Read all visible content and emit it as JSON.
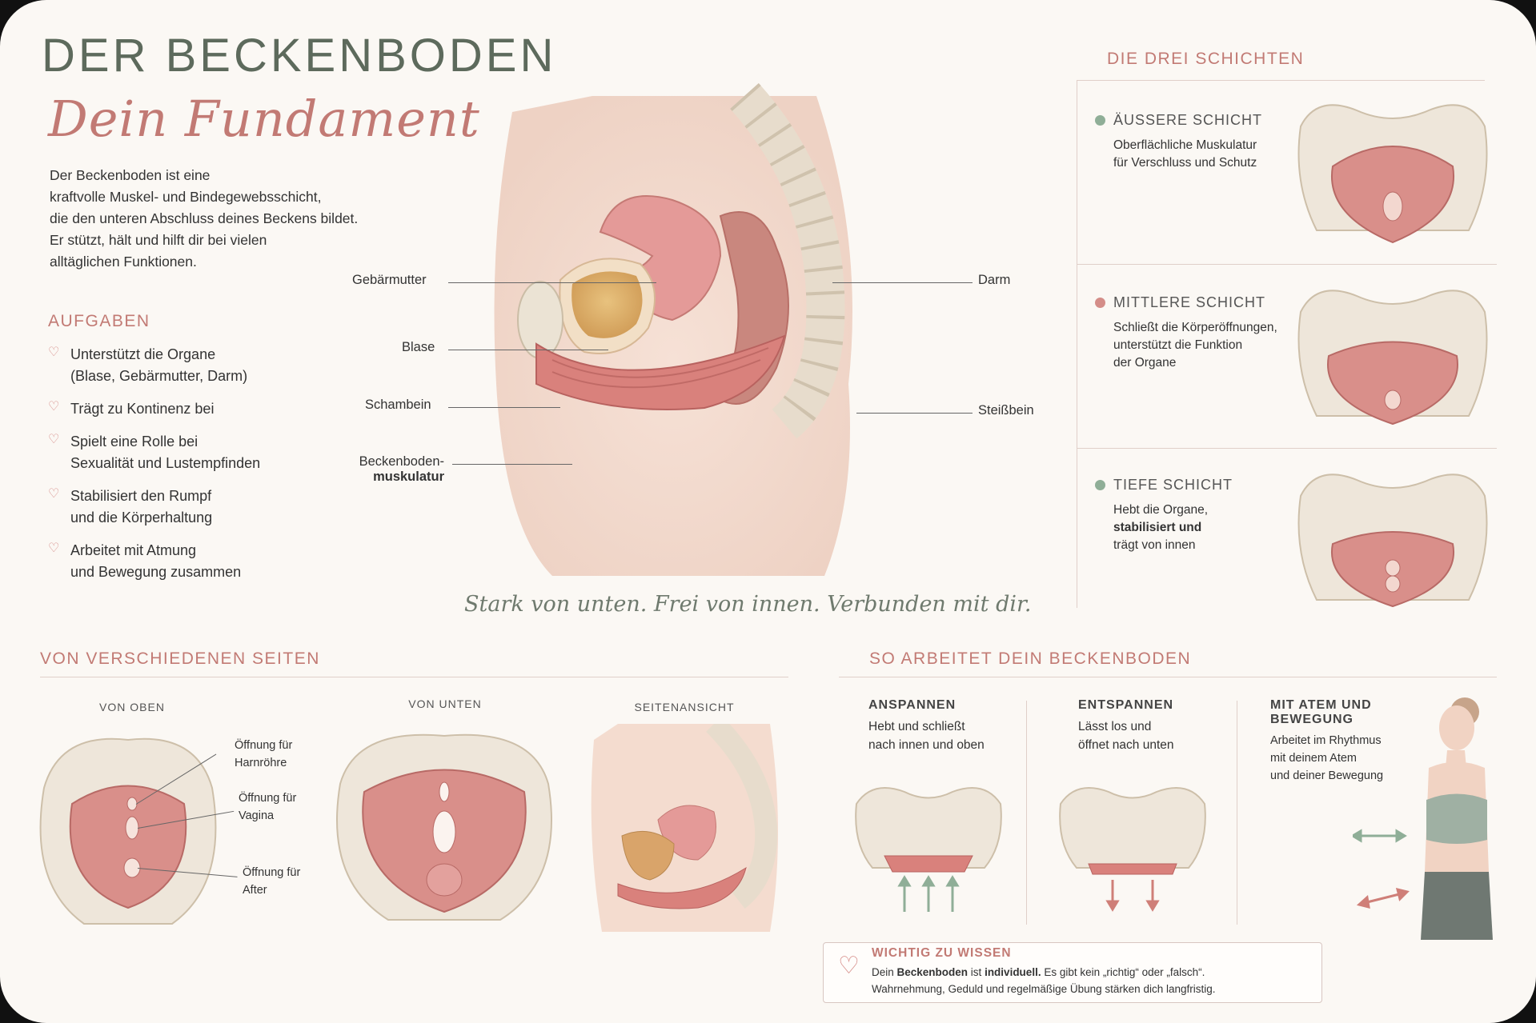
{
  "header": {
    "title": "DER BECKENBODEN",
    "subtitle": "Dein Fundament"
  },
  "intro": {
    "lines": [
      "Der Beckenboden ist eine",
      "kraftvolle Muskel- und Bindegewebsschicht,",
      "die den unteren Abschluss deines Beckens bildet.",
      "Er stützt, hält und hilft dir bei vielen",
      "alltäglichen Funktionen."
    ]
  },
  "tasks": {
    "heading": "AUFGABEN",
    "items": [
      {
        "line1": "Unterstützt die Organe",
        "line2": "(Blase, Gebärmutter, Darm)"
      },
      {
        "line1": "Trägt zu Kontinenz bei",
        "line2": ""
      },
      {
        "line1": "Spielt eine Rolle bei",
        "line2": "Sexualität und Lustempfinden"
      },
      {
        "line1": "Stabilisiert den Rumpf",
        "line2": "und die Körperhaltung"
      },
      {
        "line1": "Arbeitet mit Atmung",
        "line2": "und Bewegung zusammen"
      }
    ]
  },
  "anatomy": {
    "labels": {
      "uterus": "Gebärmutter",
      "bladder": "Blase",
      "pubis": "Schambein",
      "floor_line1": "Beckenboden-",
      "floor_line2": "muskulatur",
      "bowel": "Darm",
      "coccyx": "Steißbein"
    },
    "slogan": "Stark von unten. Frei von innen. Verbunden mit dir."
  },
  "layers": {
    "heading": "DIE DREI SCHICHTEN",
    "items": [
      {
        "name": "ÄUSSERE SCHICHT",
        "dot_color": "#8fae97",
        "lines": [
          "Oberflächliche Muskulatur",
          "für Verschluss und Schutz"
        ]
      },
      {
        "name": "MITTLERE SCHICHT",
        "dot_color": "#d48d88",
        "lines": [
          "Schließt die Körperöffnungen,",
          "unterstützt die Funktion",
          "der Organe"
        ]
      },
      {
        "name": "TIEFE SCHICHT",
        "dot_color": "#8fae97",
        "lines": [
          "Hebt die Organe,",
          "stabilisiert und",
          "trägt von innen"
        ]
      }
    ]
  },
  "views": {
    "heading": "VON VERSCHIEDENEN SEITEN",
    "top": {
      "title": "VON OBEN",
      "openings": [
        {
          "l1": "Öffnung für",
          "l2": "Harnröhre"
        },
        {
          "l1": "Öffnung für",
          "l2": "Vagina"
        },
        {
          "l1": "Öffnung für",
          "l2": "After"
        }
      ]
    },
    "bottom": {
      "title": "VON UNTEN"
    },
    "side": {
      "title": "SEITENANSICHT"
    }
  },
  "how": {
    "heading": "SO ARBEITET DEIN BECKENBODEN",
    "steps": [
      {
        "title": "ANSPANNEN",
        "lines": [
          "Hebt und schließt",
          "nach innen und oben"
        ]
      },
      {
        "title": "ENTSPANNEN",
        "lines": [
          "Lässt los und",
          "öffnet nach unten"
        ]
      },
      {
        "title1": "MIT ATEM UND",
        "title2": "BEWEGUNG",
        "lines": [
          "Arbeitet im Rhythmus",
          "mit deinem Atem",
          "und deiner Bewegung"
        ]
      }
    ]
  },
  "note": {
    "heading": "WICHTIG ZU WISSEN",
    "line1_a": "Dein ",
    "line1_b": "Beckenboden",
    "line1_c": " ist ",
    "line1_d": "individuell.",
    "line1_e": " Es gibt kein „richtig“ oder „falsch“.",
    "line2": "Wahrnehmung, Geduld und regelmäßige Übung stärken dich langfristig."
  },
  "colors": {
    "accent": "#c27a74",
    "sage": "#5d6a5c",
    "muscle": "#d98f8a",
    "bone": "#eee6da"
  }
}
